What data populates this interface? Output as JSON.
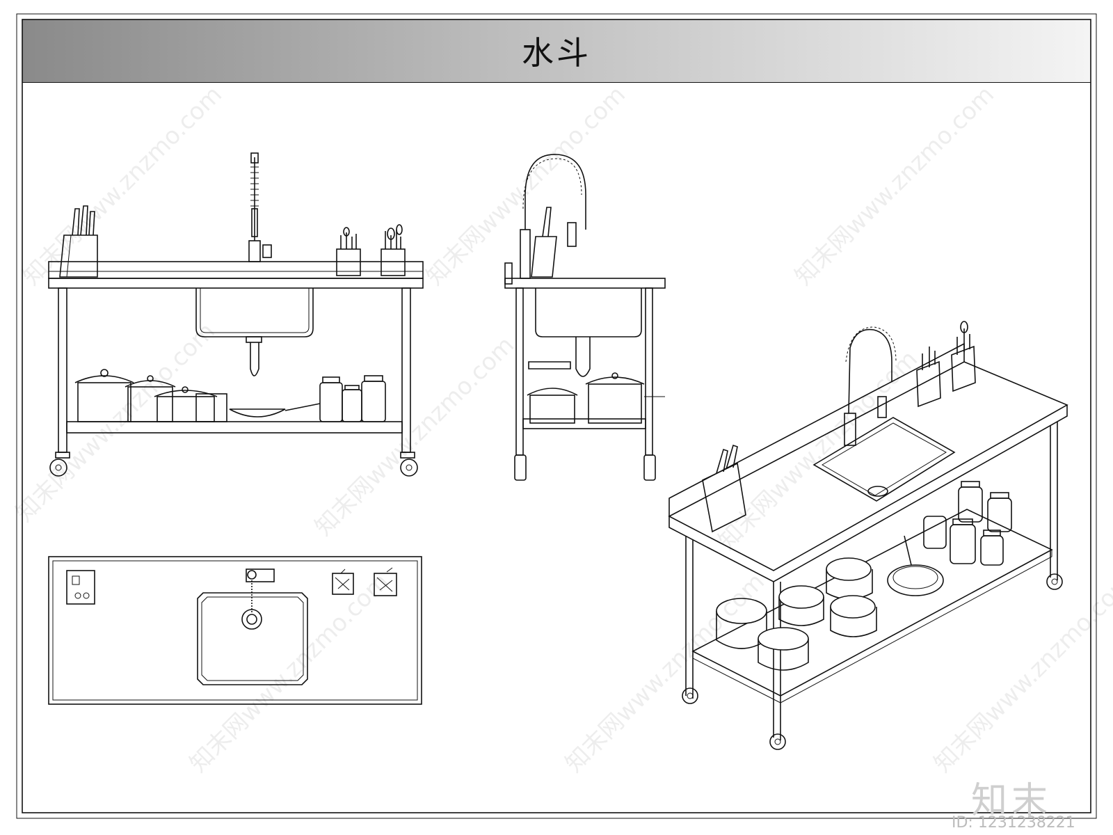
{
  "title": "水斗",
  "brand": "知末",
  "id_text": "ID: 1231238221",
  "watermark": "知末网www.znzmo.com",
  "icons": [
    "faucet-icon",
    "knife-block-icon",
    "utensil-holder-icon",
    "pot-icon",
    "jar-icon",
    "pan-icon",
    "caster-wheel-icon"
  ]
}
